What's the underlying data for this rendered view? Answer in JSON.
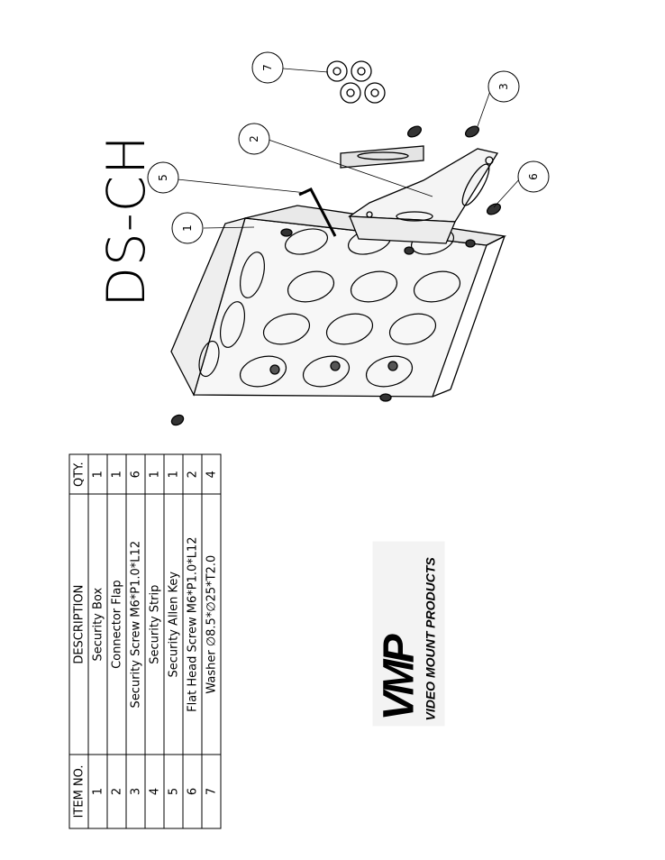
{
  "title": "DS-CH",
  "bom": {
    "headers": {
      "item": "ITEM NO.",
      "description": "DESCRIPTION",
      "qty": "QTY."
    },
    "rows": [
      {
        "item": "1",
        "description": "Security Box",
        "qty": "1"
      },
      {
        "item": "2",
        "description": "Connector Flap",
        "qty": "1"
      },
      {
        "item": "3",
        "description": "Security Screw M6*P1.0*L12",
        "qty": "6"
      },
      {
        "item": "4",
        "description": "Security Strip",
        "qty": "1"
      },
      {
        "item": "5",
        "description": "Security Allen Key",
        "qty": "1"
      },
      {
        "item": "6",
        "description": "Flat Head Screw M6*P1.0*L12",
        "qty": "2"
      },
      {
        "item": "7",
        "description": "Washer ∅8.5*∅25*T2.0",
        "qty": "4"
      }
    ]
  },
  "logo": {
    "mark": "VMP",
    "text": "VIDEO MOUNT PRODUCTS"
  },
  "callouts": [
    "1",
    "2",
    "3",
    "5",
    "6",
    "7"
  ]
}
